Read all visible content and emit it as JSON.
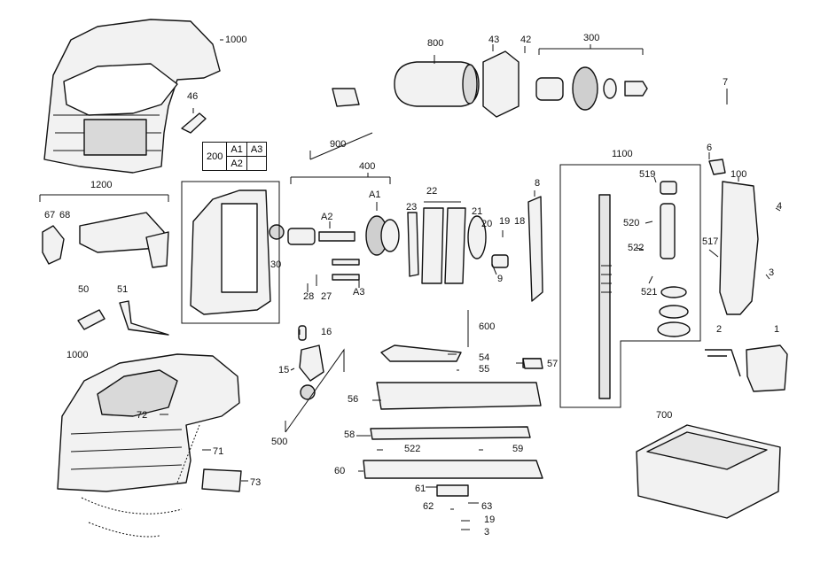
{
  "callouts": {
    "c1000_top": "1000",
    "c1000_bottom": "1000",
    "c46": "46",
    "c800": "800",
    "c43": "43",
    "c42": "42",
    "c300": "300",
    "c7": "7",
    "c6": "6",
    "c100": "100",
    "c900": "900",
    "c400": "400",
    "c1100": "1100",
    "c519": "519",
    "c520": "520",
    "c522": "522",
    "c521": "521",
    "c517": "517",
    "c4": "4",
    "c3a": "3",
    "c1200": "1200",
    "c67": "67",
    "c68": "68",
    "c30": "30",
    "c28": "28",
    "c27": "27",
    "cA1": "A1",
    "cA2": "A2",
    "cA3": "A3",
    "c23": "23",
    "c22": "22",
    "c21": "21",
    "c20": "20",
    "c19": "19",
    "c18": "18",
    "c9": "9",
    "c8": "8",
    "c50": "50",
    "c51": "51",
    "c16": "16",
    "c15": "15",
    "c500": "500",
    "c600": "600",
    "c54": "54",
    "c55": "55",
    "c57": "57",
    "c56": "56",
    "c58": "58",
    "c522b": "522",
    "c59": "59",
    "c60": "60",
    "c61": "61",
    "c62": "62",
    "c63": "63",
    "c19b": "19",
    "c3b": "3",
    "c72": "72",
    "c71": "71",
    "c73": "73",
    "c2": "2",
    "c1": "1",
    "c700": "700"
  },
  "box200": {
    "main": "200",
    "a1": "A1",
    "a3": "A3",
    "a2": "A2"
  },
  "colors": {
    "line": "#111111",
    "part_fill": "#f2f2f2",
    "part_dark": "#9a9a9a"
  }
}
